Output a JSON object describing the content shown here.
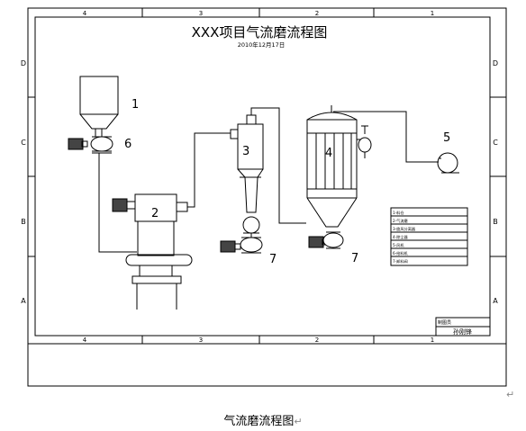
{
  "title": "XXX项目气流磨流程图",
  "date": "2010年12月17日",
  "border": {
    "col_labels_top": [
      "4",
      "3",
      "2",
      "1"
    ],
    "col_labels_bottom": [
      "4",
      "3",
      "2",
      "1"
    ],
    "row_labels_left": [
      "D",
      "C",
      "B",
      "A"
    ],
    "row_labels_right": [
      "D",
      "C",
      "B",
      "A"
    ]
  },
  "components": {
    "hopper": "1",
    "mill": "2",
    "cyclone": "3",
    "filter": "4",
    "fan": "5",
    "feeder": "6",
    "valve_cyclone": "7",
    "valve_filter": "7"
  },
  "legend_rows": [
    "1-料仓",
    "2-气流磨",
    "3-旋风分离器",
    "4-除尘器",
    "5-风机",
    "6-给料机",
    "7-卸料阀"
  ],
  "title_block": {
    "label": "制图员",
    "name": "孙刚锋"
  },
  "caption": "气流磨流程图",
  "return_mark": "↵"
}
